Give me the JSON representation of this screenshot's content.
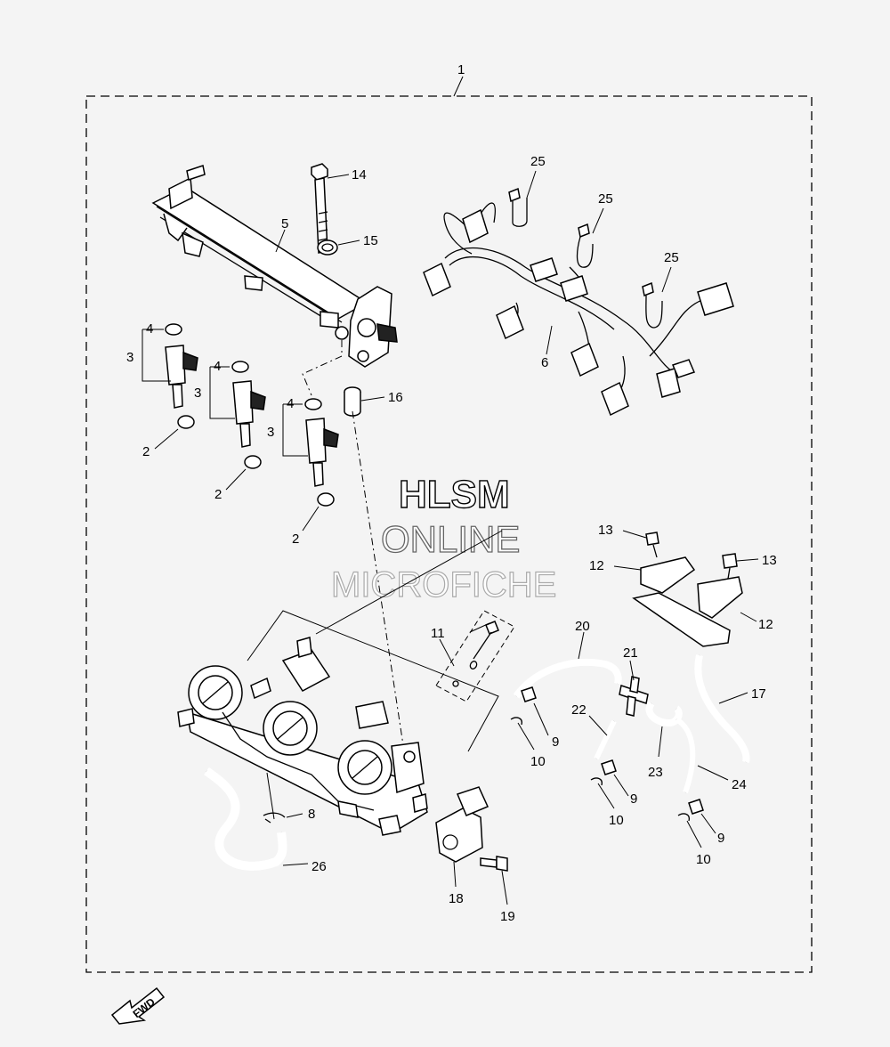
{
  "assembly_label": "1",
  "watermark": {
    "line1": "HLSM",
    "line2": "ONLINE",
    "line3": "MICROFICHE"
  },
  "direction_marker": "FWD",
  "callouts": {
    "c2a": "2",
    "c2b": "2",
    "c2c": "2",
    "c3a": "3",
    "c3b": "3",
    "c3c": "3",
    "c4a": "4",
    "c4b": "4",
    "c4c": "4",
    "c5": "5",
    "c6": "6",
    "c8": "8",
    "c9a": "9",
    "c9b": "9",
    "c9c": "9",
    "c10a": "10",
    "c10b": "10",
    "c10c": "10",
    "c11": "11",
    "c12a": "12",
    "c12b": "12",
    "c13a": "13",
    "c13b": "13",
    "c14": "14",
    "c15": "15",
    "c16": "16",
    "c17": "17",
    "c18": "18",
    "c19": "19",
    "c20": "20",
    "c21": "21",
    "c22": "22",
    "c23": "23",
    "c24": "24",
    "c25a": "25",
    "c25b": "25",
    "c25c": "25",
    "c26": "26"
  }
}
